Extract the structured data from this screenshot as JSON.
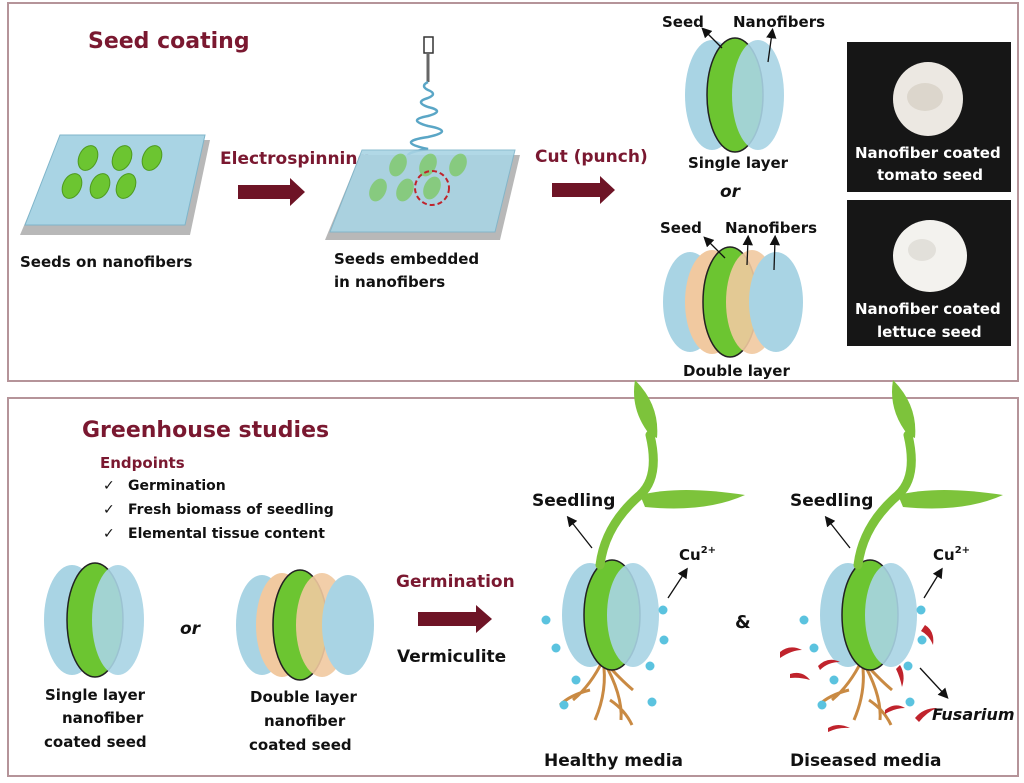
{
  "seed_coating": {
    "title": "Seed coating",
    "step1_label": "Seeds on nanofibers",
    "arrow1_label": "Electrospinning",
    "step2_label_line1": "Seeds embedded",
    "step2_label_line2": "in nanofibers",
    "arrow2_label": "Cut (punch)",
    "single": {
      "seed_label": "Seed",
      "nanofibers_label": "Nanofibers",
      "caption": "Single layer"
    },
    "or_label": "or",
    "double": {
      "seed_label": "Seed",
      "nanofibers_label": "Nanofibers",
      "caption": "Double layer"
    },
    "photo1_line1": "Nanofiber coated",
    "photo1_line2": "tomato seed",
    "photo2_line1": "Nanofiber coated",
    "photo2_line2": "lettuce seed"
  },
  "greenhouse": {
    "title": "Greenhouse studies",
    "endpoints_title": "Endpoints",
    "check_mark": "✓",
    "endpoints": [
      "Germination",
      "Fresh biomass of seedling",
      "Elemental tissue content"
    ],
    "single_caption_line1": "Single layer",
    "single_caption_line2": "nanofiber",
    "single_caption_line3": "coated seed",
    "or_label": "or",
    "double_caption_line1": "Double layer",
    "double_caption_line2": "nanofiber",
    "double_caption_line3": "coated seed",
    "arrow_label": "Germination",
    "medium_label": "Vermiculite",
    "seedling_label": "Seedling",
    "cu_label": "Cu",
    "cu_superscript": "2+",
    "ampersand": "&",
    "pathogen_label": "Fusarium",
    "healthy_caption": "Healthy media",
    "diseased_caption": "Diseased media"
  },
  "colors": {
    "heading": "#7a1830",
    "arrow": "#6e1426",
    "nanofiber": "#a9d4e4",
    "seed_green": "#6cc531",
    "second_layer": "#f1c9a0",
    "copper_ion": "#5bc3df",
    "fusarium": "#c0232c",
    "stem": "#7dc33b",
    "root": "#c98a43"
  }
}
